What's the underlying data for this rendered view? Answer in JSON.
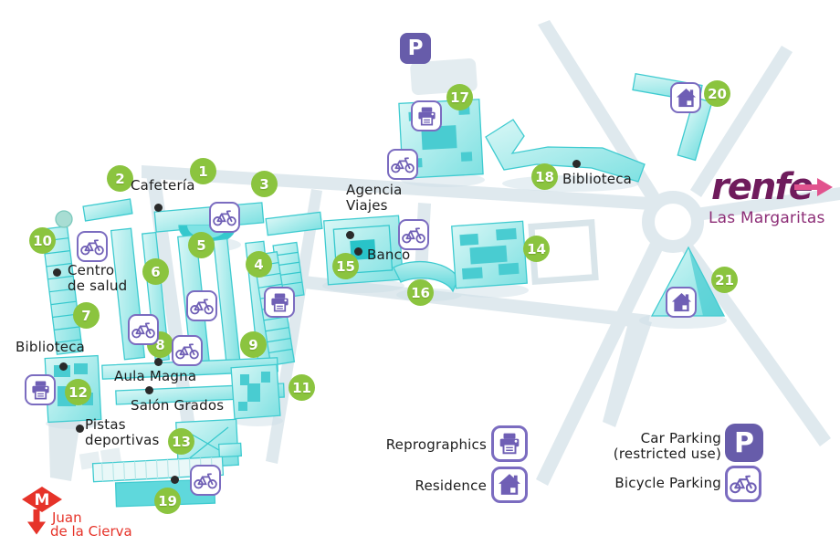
{
  "map": {
    "title_hint": "university campus map",
    "badges": {
      "b1": "1",
      "b2": "2",
      "b3": "3",
      "b4": "4",
      "b5": "5",
      "b6": "6",
      "b7": "7",
      "b8": "8",
      "b9": "9",
      "b10": "10",
      "b11": "11",
      "b12": "12",
      "b13": "13",
      "b14": "14",
      "b15": "15",
      "b16": "16",
      "b17": "17",
      "b18": "18",
      "b19": "19",
      "b20": "20",
      "b21": "21"
    },
    "labels": {
      "cafeteria": "Cafetería",
      "agencia_line1": "Agencia",
      "agencia_line2": "Viajes",
      "banco": "Banco",
      "biblioteca_left": "Biblioteca",
      "centro_line1": "Centro",
      "centro_line2": "de salud",
      "aula_magna": "Aula Magna",
      "salon_grados": "Salón Grados",
      "pistas_line1": "Pistas",
      "pistas_line2": "deportivas",
      "biblioteca_right": "Biblioteca"
    },
    "legend": {
      "reprographics": "Reprographics",
      "residence": "Residence",
      "car_parking_line1": "Car Parking",
      "car_parking_line2": "(restricted use)",
      "bicycle_parking": "Bicycle Parking",
      "parking_letter": "P"
    },
    "transit": {
      "metro_letter": "M",
      "metro_station_line1": "Juan",
      "metro_station_line2": "de la Cierva",
      "renfe_logo": "renfe",
      "renfe_station": "Las Margaritas"
    },
    "colors": {
      "building_cyan": "#8ae4e5",
      "building_edge": "#3fcbd0",
      "road_gray": "#dfe9ee",
      "badge_green": "#8bc43f",
      "icon_purple": "#6f5fb5",
      "icon_border_purple": "#7b6cc0",
      "car_parking_fill": "#675caa",
      "metro_red": "#e63329",
      "renfe_purple": "#6f1b5c",
      "renfe_pink": "#e1538e",
      "label_black": "#1c1c1c"
    }
  }
}
